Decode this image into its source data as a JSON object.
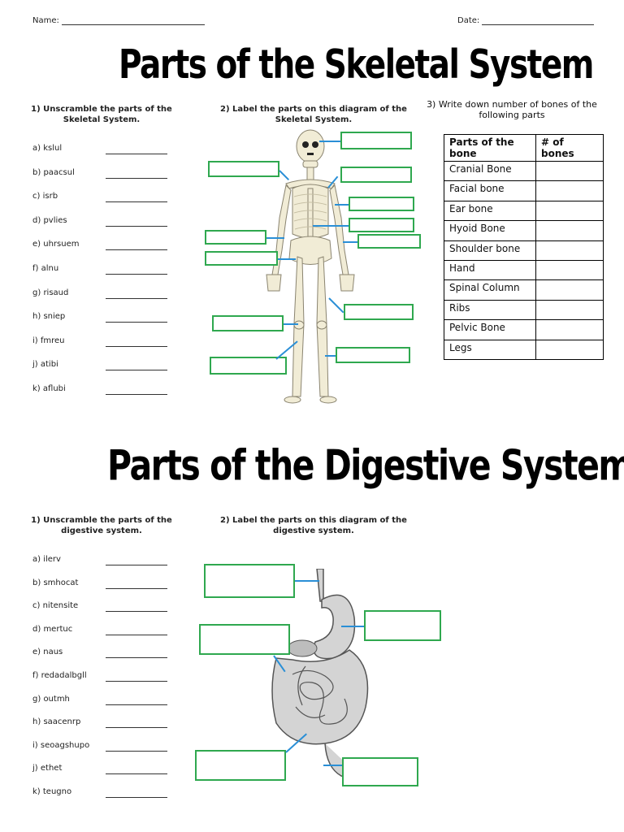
{
  "header": {
    "name_label": "Name:",
    "date_label": "Date:"
  },
  "skeletal": {
    "title": "Parts of the Skeletal System",
    "q1_heading": "1) Unscramble the parts of the Skeletal System.",
    "q2_heading": "2) Label the parts on this diagram of the Skeletal System.",
    "q3_heading": "3) Write down number of bones of the following parts",
    "scrambles": [
      {
        "letter": "a)",
        "word": "kslul"
      },
      {
        "letter": "b)",
        "word": "paacsul"
      },
      {
        "letter": "c)",
        "word": "isrb"
      },
      {
        "letter": "d)",
        "word": "pvlies"
      },
      {
        "letter": "e)",
        "word": "uhrsuem"
      },
      {
        "letter": "f)",
        "word": "alnu"
      },
      {
        "letter": "g)",
        "word": "risaud"
      },
      {
        "letter": "h)",
        "word": "sniep"
      },
      {
        "letter": "i)",
        "word": "fmreu"
      },
      {
        "letter": "j)",
        "word": "atibi"
      },
      {
        "letter": "k)",
        "word": "aflubi"
      }
    ],
    "table": {
      "col1": "Parts of the bone",
      "col2": "# of bones",
      "rows": [
        "Cranial Bone",
        "Facial bone",
        "Ear bone",
        "Hyoid Bone",
        "Shoulder bone",
        "Hand",
        "Spinal Column",
        "Ribs",
        "Pelvic Bone",
        "Legs"
      ]
    }
  },
  "digestive": {
    "title": "Parts of the Digestive System",
    "q1_heading": "1) Unscramble the parts of the digestive system.",
    "q2_heading": "2) Label the parts on this diagram of the digestive system.",
    "scrambles": [
      {
        "letter": "a)",
        "word": "ilerv"
      },
      {
        "letter": "b)",
        "word": "smhocat"
      },
      {
        "letter": "c)",
        "word": "nitensite"
      },
      {
        "letter": "d)",
        "word": "mertuc"
      },
      {
        "letter": "e)",
        "word": "naus"
      },
      {
        "letter": "f)",
        "word": "redadalbgll"
      },
      {
        "letter": "g)",
        "word": "outmh"
      },
      {
        "letter": "h)",
        "word": "saacenrp"
      },
      {
        "letter": "i)",
        "word": "seoagshupo"
      },
      {
        "letter": "j)",
        "word": "ethet"
      },
      {
        "letter": "k)",
        "word": "teugno"
      }
    ]
  },
  "colors": {
    "label_box": "#2fa84f",
    "pointer": "#2a8fd6",
    "bone": "#f1ecd6"
  }
}
